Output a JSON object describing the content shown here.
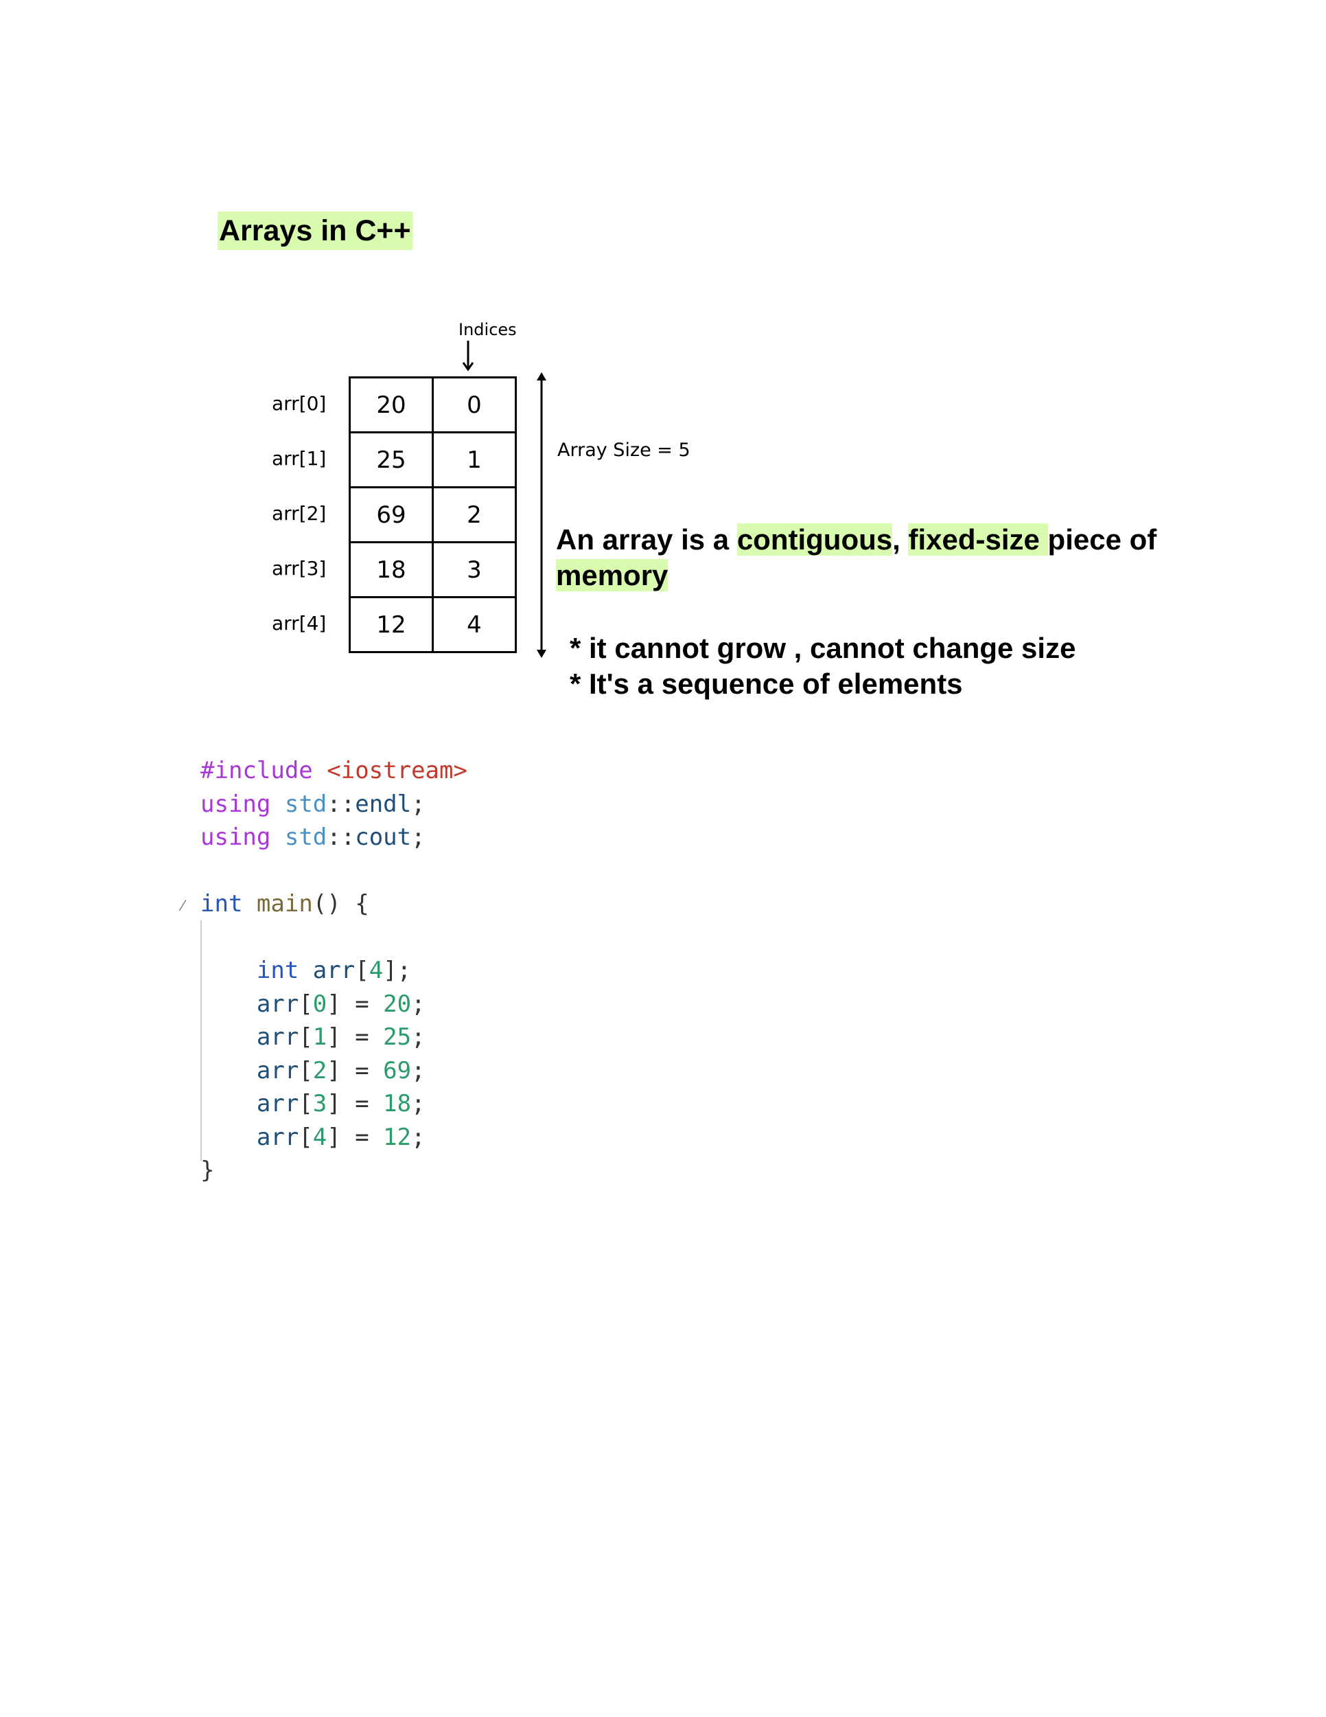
{
  "title": "Arrays in C++",
  "diagram": {
    "indices_label": "Indices",
    "size_label": "Array Size = 5",
    "rows": [
      {
        "label": "arr[0]",
        "value": "20",
        "index": "0"
      },
      {
        "label": "arr[1]",
        "value": "25",
        "index": "1"
      },
      {
        "label": "arr[2]",
        "value": "69",
        "index": "2"
      },
      {
        "label": "arr[3]",
        "value": "18",
        "index": "3"
      },
      {
        "label": "arr[4]",
        "value": "12",
        "index": "4"
      }
    ]
  },
  "definition": {
    "part1": "An array is a ",
    "term1": "contiguous",
    "part2": ", ",
    "term2": "fixed-size ",
    "part3": "piece of ",
    "term3": "memory"
  },
  "bullets": [
    "* it cannot grow , cannot change size",
    "* It's a sequence of elements"
  ],
  "code": {
    "include_kw": "#include",
    "include_header": "<iostream>",
    "using_kw": "using",
    "std": "std",
    "scope": "::",
    "endl": "endl",
    "cout": "cout",
    "semicolon": ";",
    "int_kw": "int",
    "main_fn": "main",
    "main_rest": "() {",
    "arr_decl_name": "arr",
    "arr_decl_size": "4",
    "close_brace": "}",
    "assignments": [
      {
        "index": "0",
        "value": "20"
      },
      {
        "index": "1",
        "value": "25"
      },
      {
        "index": "2",
        "value": "69"
      },
      {
        "index": "3",
        "value": "18"
      },
      {
        "index": "4",
        "value": "12"
      }
    ]
  },
  "colors": {
    "highlight": "#d9fbb0",
    "preprocessor": "#a737d6",
    "string": "#c0392b",
    "keyword": "#2854b8",
    "number": "#2a9b6a"
  }
}
